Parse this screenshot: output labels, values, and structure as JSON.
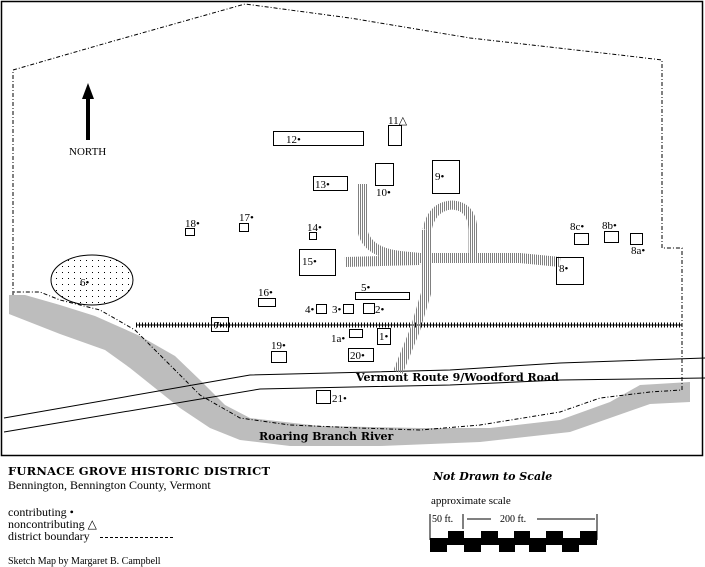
{
  "map": {
    "north_label": "NORTH",
    "road_label": "Vermont Route 9/Woodford Road",
    "river_label": "Roaring Branch River",
    "colors": {
      "river": "#bdbdbd",
      "drive": "#808080",
      "line": "#000000",
      "background": "#ffffff"
    },
    "sites": [
      {
        "id": "12",
        "label": "12•",
        "status": "contributing"
      },
      {
        "id": "11",
        "label": "11△",
        "status": "noncontributing"
      },
      {
        "id": "13",
        "label": "13•",
        "status": "contributing"
      },
      {
        "id": "10",
        "label": "10•",
        "status": "contributing"
      },
      {
        "id": "9",
        "label": "9•",
        "status": "contributing"
      },
      {
        "id": "18",
        "label": "18•",
        "status": "contributing"
      },
      {
        "id": "17",
        "label": "17•",
        "status": "contributing"
      },
      {
        "id": "14",
        "label": "14•",
        "status": "contributing"
      },
      {
        "id": "15",
        "label": "15•",
        "status": "contributing"
      },
      {
        "id": "8c",
        "label": "8c•",
        "status": "contributing"
      },
      {
        "id": "8b",
        "label": "8b•",
        "status": "contributing"
      },
      {
        "id": "8a",
        "label": "8a•",
        "status": "contributing"
      },
      {
        "id": "8",
        "label": "8•",
        "status": "contributing"
      },
      {
        "id": "6",
        "label": "6•",
        "status": "contributing"
      },
      {
        "id": "16",
        "label": "16•",
        "status": "contributing"
      },
      {
        "id": "5",
        "label": "5•",
        "status": "contributing"
      },
      {
        "id": "4",
        "label": "4•",
        "status": "contributing"
      },
      {
        "id": "3",
        "label": "3•",
        "status": "contributing"
      },
      {
        "id": "2",
        "label": "2•",
        "status": "contributing"
      },
      {
        "id": "7",
        "label": "7•",
        "status": "contributing"
      },
      {
        "id": "1a",
        "label": "1a•",
        "status": "contributing"
      },
      {
        "id": "1",
        "label": "1•",
        "status": "contributing"
      },
      {
        "id": "19",
        "label": "19•",
        "status": "contributing"
      },
      {
        "id": "20",
        "label": "20•",
        "status": "contributing"
      },
      {
        "id": "21",
        "label": "21•",
        "status": "contributing"
      }
    ]
  },
  "legend": {
    "title": "FURNACE GROVE HISTORIC DISTRICT",
    "subtitle": "Bennington, Bennington County, Vermont",
    "contributing": "contributing •",
    "noncontributing": "noncontributing △",
    "boundary": "district boundary",
    "credit": "Sketch Map by Margaret B. Campbell"
  },
  "scale": {
    "note": "Not Drawn to Scale",
    "label": "approximate scale",
    "small_segment": "50 ft.",
    "large_segment": "200 ft."
  }
}
